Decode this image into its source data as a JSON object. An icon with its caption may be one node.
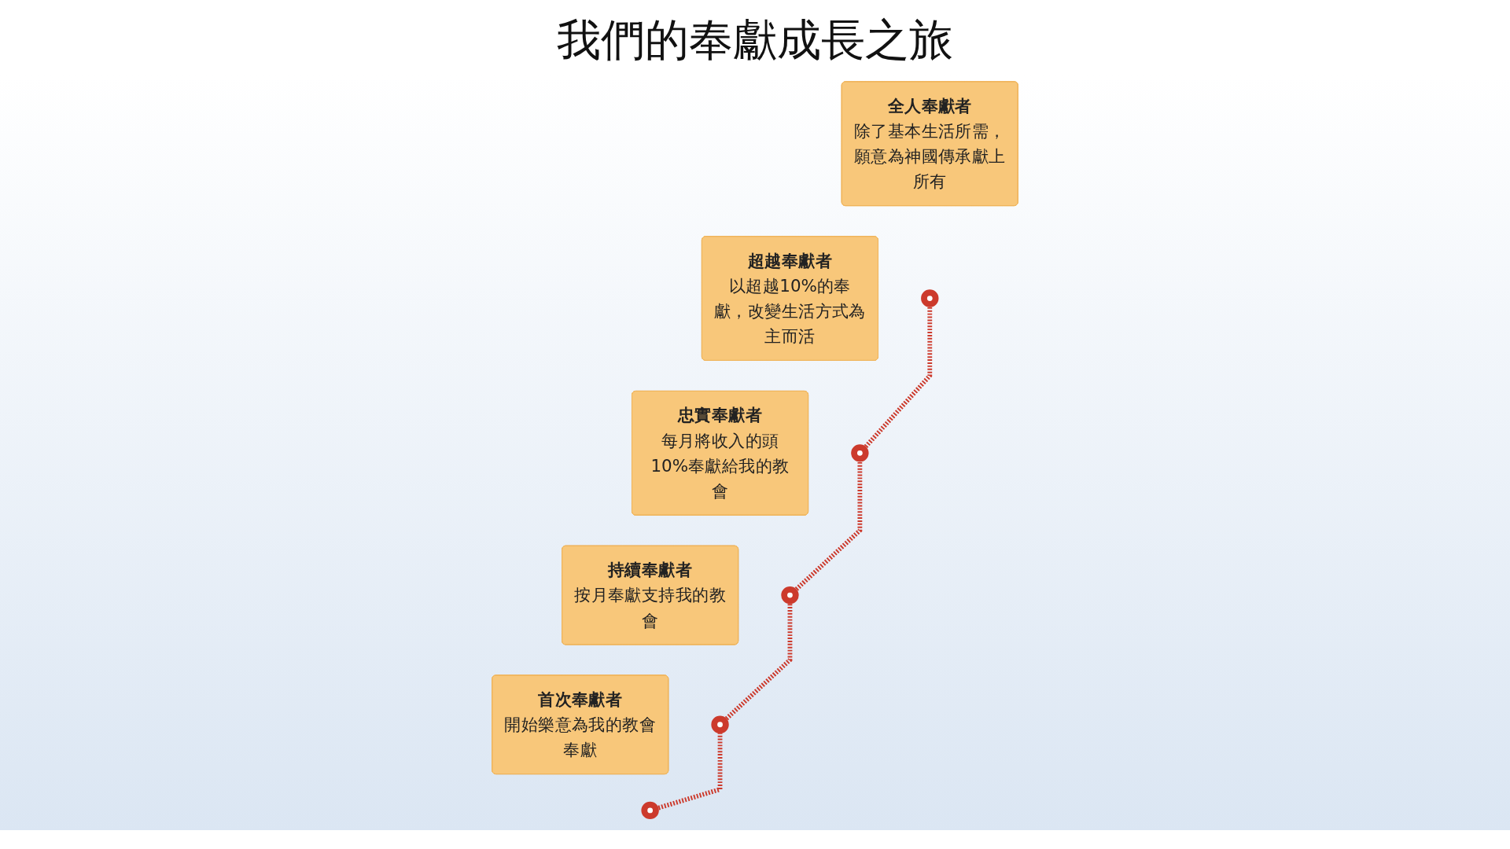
{
  "diagram": {
    "title": "我們的奉獻成長之旅",
    "nodes": [
      {
        "text": [
          "全人奉獻者",
          "除了基本生活所需，願意為神國傳承獻上所有"
        ]
      },
      {
        "text": [
          "超越奉獻者",
          "以超越10%的奉獻，改變生活方式為主而活"
        ]
      },
      {
        "text": [
          "忠實奉獻者",
          "每月將收入的頭10%奉獻給我的教會"
        ]
      },
      {
        "text": [
          "持續奉獻者",
          "按月奉獻支持我的教會"
        ]
      },
      {
        "text": [
          "首次奉獻者",
          "開始樂意為我的教會奉獻"
        ]
      },
      {
        "text": [],
        "shape": "circle"
      },
      {
        "text": [],
        "shape": "circle"
      },
      {
        "text": [],
        "shape": "circle"
      },
      {
        "text": [],
        "shape": "circle"
      },
      {
        "text": [],
        "shape": "circle"
      }
    ],
    "edges": [
      {
        "from": 9,
        "to": 8,
        "arrow": "none",
        "style": "dashed"
      },
      {
        "from": 8,
        "to": 7,
        "arrow": "none",
        "style": "dashed"
      },
      {
        "from": 7,
        "to": 6,
        "arrow": "none",
        "style": "dashed"
      },
      {
        "from": 6,
        "to": 5,
        "arrow": "none",
        "style": "dashed"
      }
    ]
  }
}
